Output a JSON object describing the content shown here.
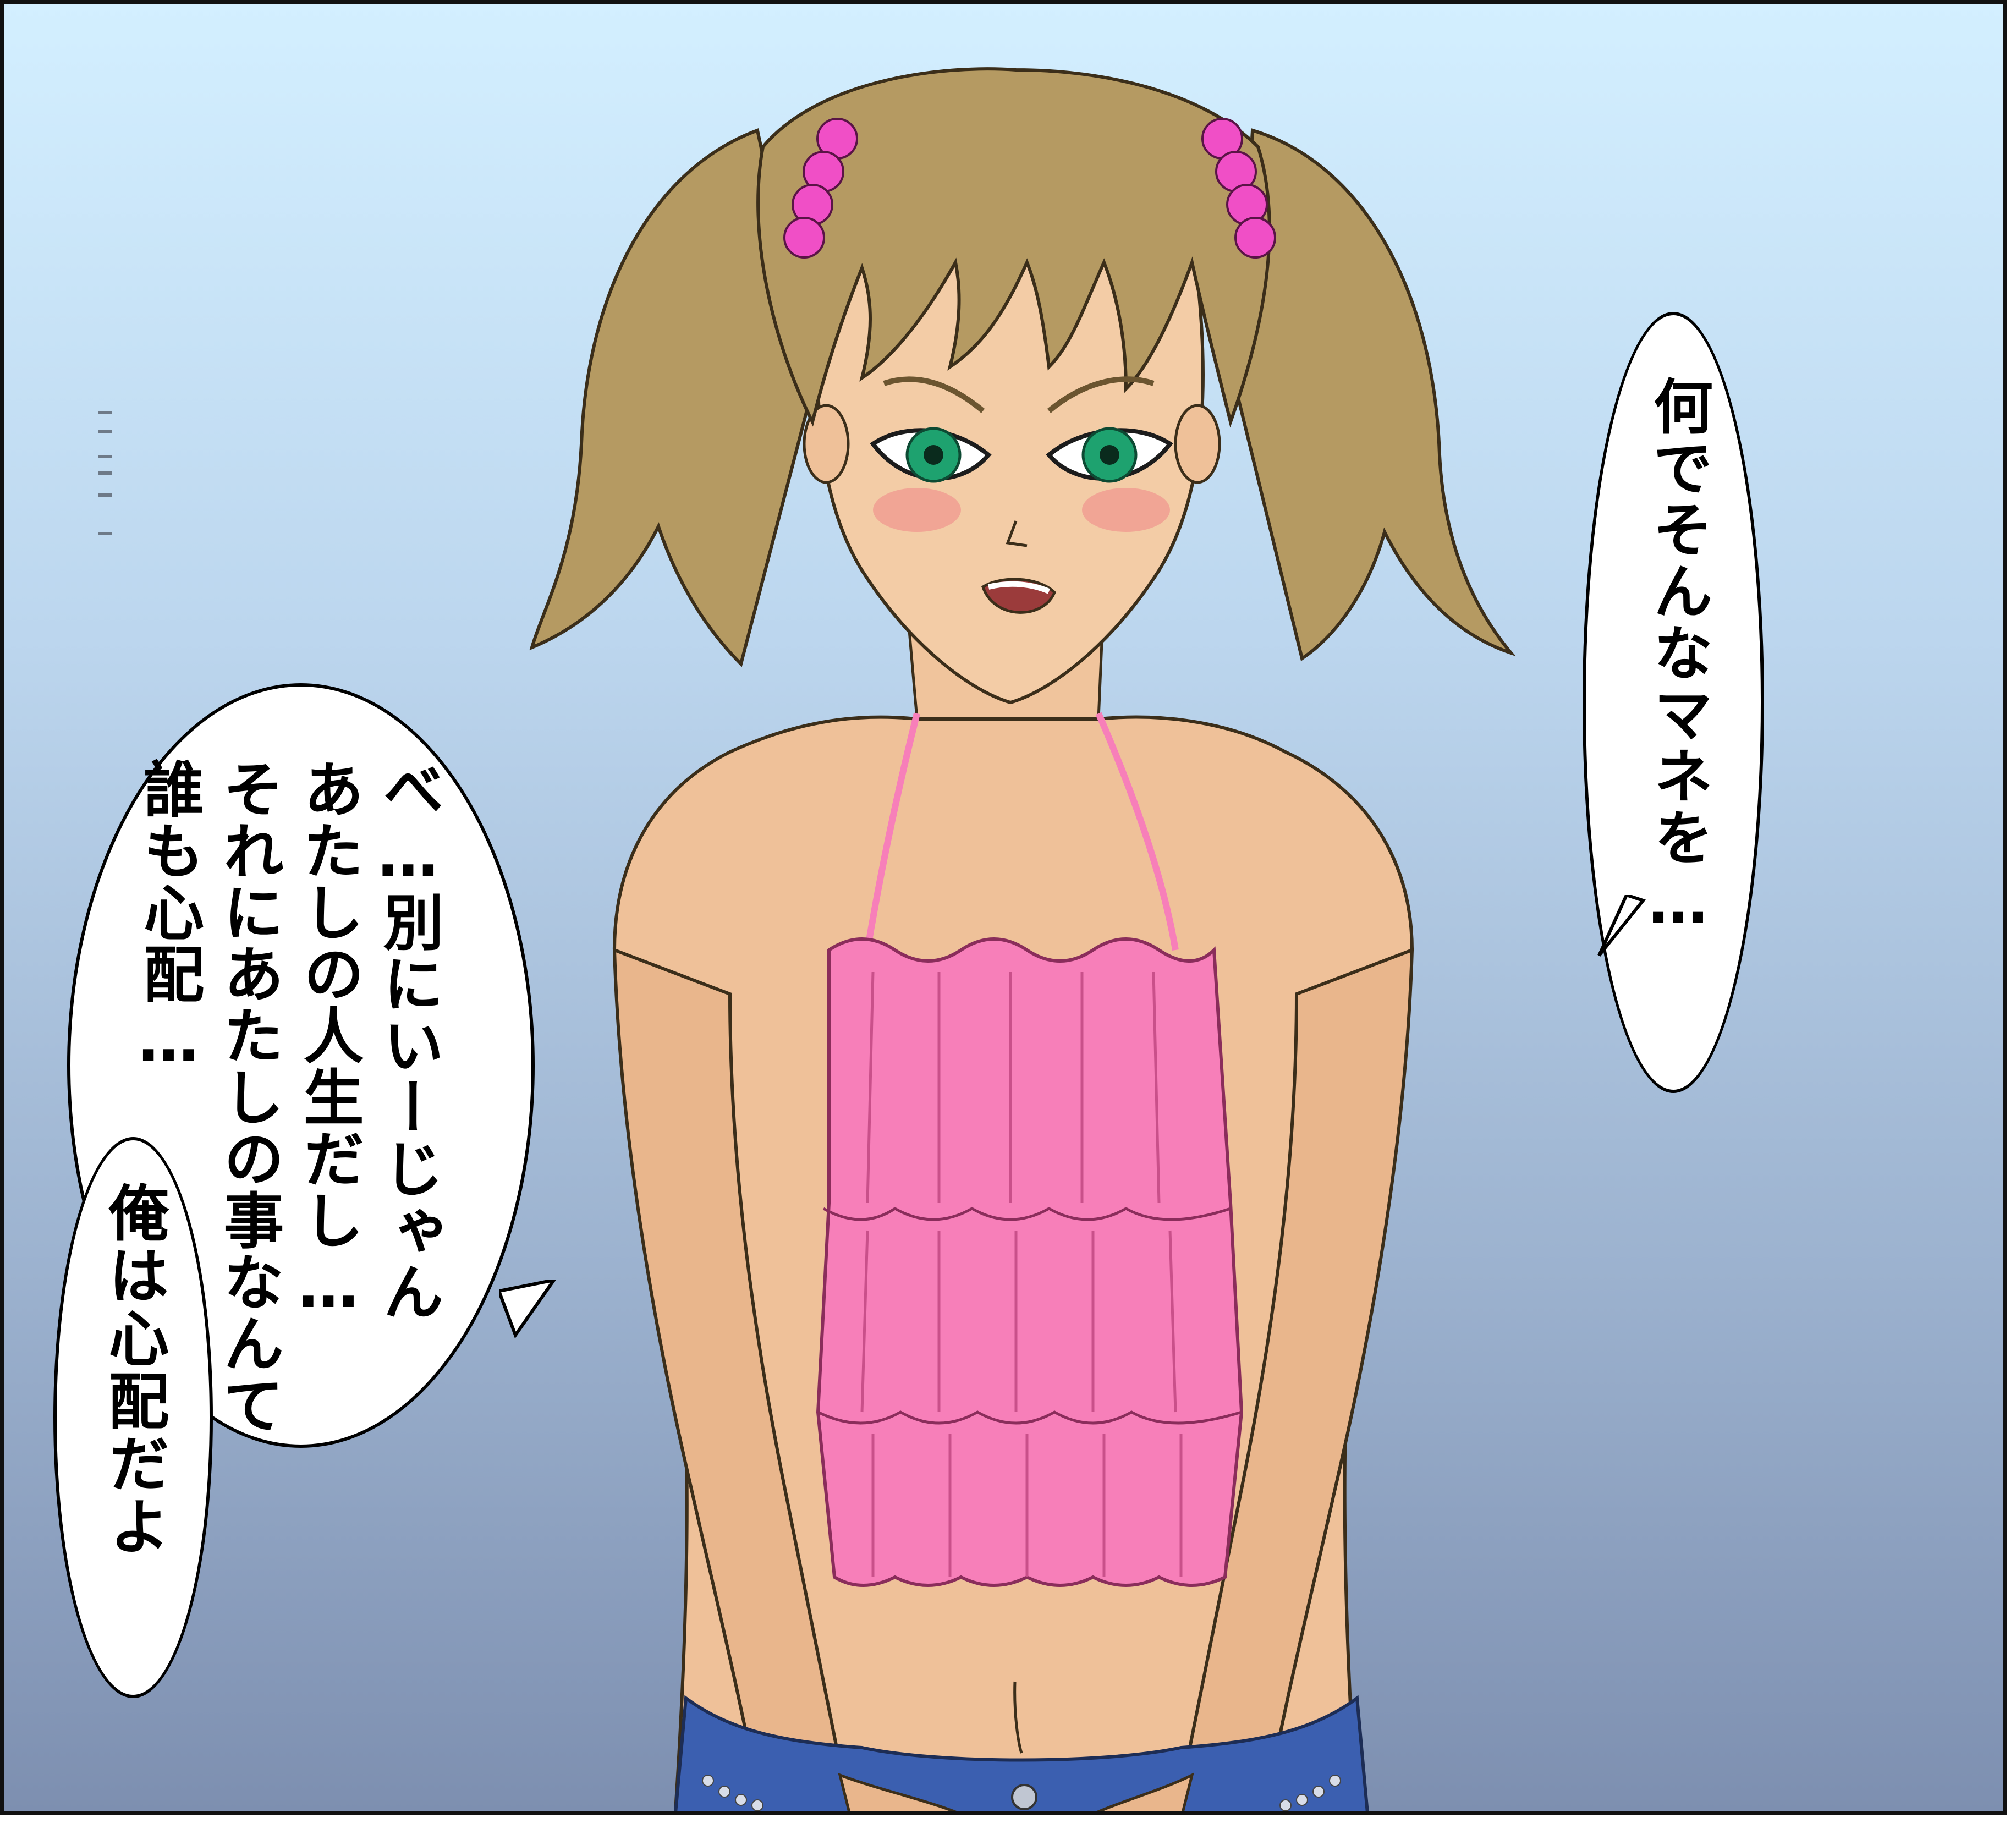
{
  "panel": {
    "colors": {
      "sky_top": "#d3efff",
      "sky_bottom": "#7d8fb0",
      "hair": "#b59a62",
      "hair_beads": "#f04fc6",
      "top": "#f77fb9",
      "eyes": "#1ea26f",
      "jeans": "#3b5fb0"
    }
  },
  "speech": {
    "right_bubble": "何でそんなマネを…",
    "left_bubble": {
      "lines": [
        "べ…別にいーじゃん",
        "あたしの人生だし…",
        "それにあたしの事なんて",
        "誰も心配…"
      ]
    },
    "small_bubble": "俺は心配だよ"
  }
}
